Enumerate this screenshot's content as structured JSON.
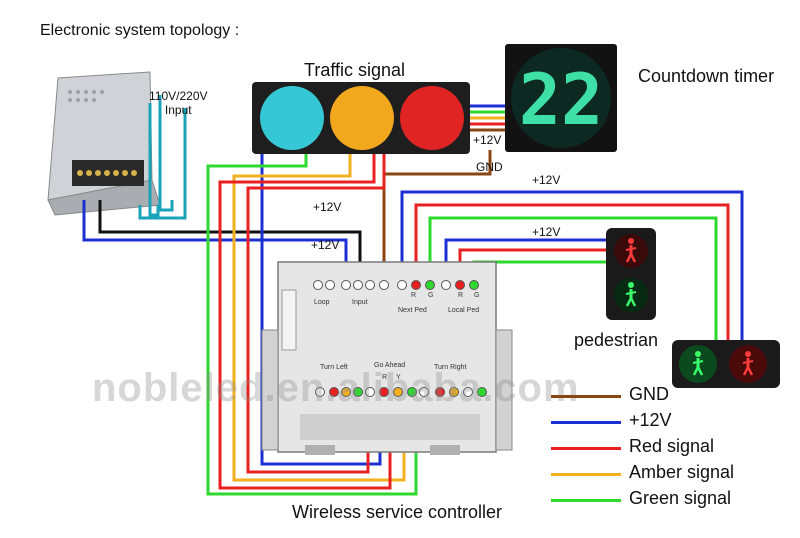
{
  "title": "Electronic system topology :",
  "labels": {
    "traffic_signal": "Traffic signal",
    "countdown_timer": "Countdown timer",
    "input": "110V/220V\nInput",
    "pedestrian": "pedestrian",
    "controller": "Wireless service controller",
    "watermark": "nobleled.en.alibaba.com"
  },
  "wire_labels": {
    "plus12_top": "+12V",
    "gnd": "GND",
    "plus12_right": "+12V",
    "plus12_mid": "+12V",
    "plus12_left": "+12V",
    "plus12_ped": "+12V"
  },
  "timer_digits": "22",
  "controller_labels": {
    "loop": "Loop",
    "input": "Input",
    "next_ped": "Next Ped",
    "local_ped": "Local Ped",
    "turn_left": "Turn Left",
    "go_ahead": "Go Ahead",
    "turn_right": "Turn Right",
    "r": "R",
    "g": "G",
    "y": "Y"
  },
  "legend": [
    {
      "label": "GND",
      "color": "#8b4513"
    },
    {
      "label": "+12V",
      "color": "#1c2fd0"
    },
    {
      "label": "Red signal",
      "color": "#e82020"
    },
    {
      "label": "Amber signal",
      "color": "#f2b01e"
    },
    {
      "label": "Green signal",
      "color": "#2ed82e"
    }
  ],
  "colors": {
    "gnd": "#8b4513",
    "v12": "#1c2fd0",
    "red": "#e82020",
    "amber": "#f2b01e",
    "green": "#2ed82e",
    "black": "#111111",
    "teal": "#19a3b8"
  }
}
